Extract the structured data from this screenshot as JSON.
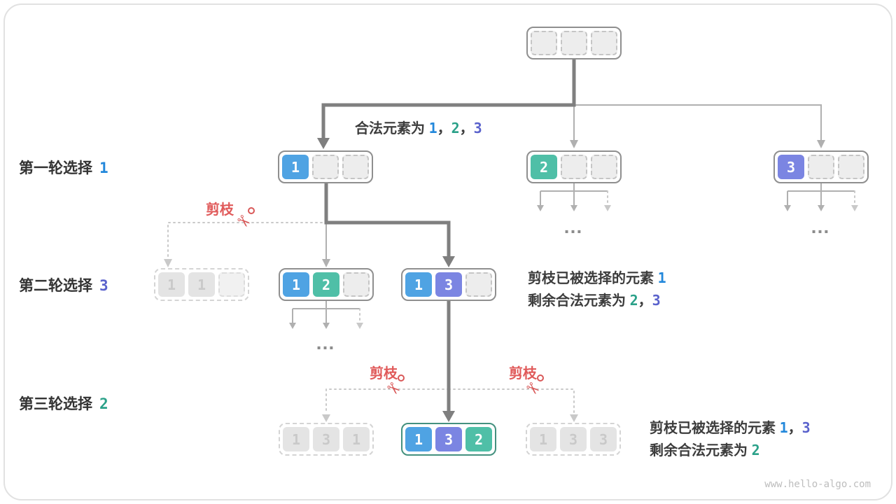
{
  "watermark": "www.hello-algo.com",
  "ellipsis": "…",
  "prune_label": "剪枝",
  "icons": {
    "scissors": "✂"
  },
  "colors": {
    "blue": "#4fa3e3",
    "teal": "#4fbfa7",
    "purple": "#7b85e2",
    "red": "#e05a5a"
  },
  "rounds": [
    {
      "label": "第一轮选择",
      "value": "1",
      "color": "blue"
    },
    {
      "label": "第二轮选择",
      "value": "3",
      "color": "purple"
    },
    {
      "label": "第三轮选择",
      "value": "2",
      "color": "teal"
    }
  ],
  "texts": {
    "valid_elements": [
      {
        "t": "合法元素为  ",
        "c": "dark"
      },
      {
        "t": "1",
        "c": "blue"
      },
      {
        "t": "，",
        "c": "dark"
      },
      {
        "t": "2",
        "c": "teal"
      },
      {
        "t": "，",
        "c": "dark"
      },
      {
        "t": "3",
        "c": "purple"
      }
    ],
    "prune1_line1": [
      {
        "t": "剪枝已被选择的元素  ",
        "c": "dark"
      },
      {
        "t": "1",
        "c": "blue"
      }
    ],
    "prune1_line2": [
      {
        "t": "剩余合法元素为  ",
        "c": "dark"
      },
      {
        "t": "2",
        "c": "teal"
      },
      {
        "t": "，",
        "c": "dark"
      },
      {
        "t": "3",
        "c": "purple"
      }
    ],
    "prune2_line1": [
      {
        "t": "剪枝已被选择的元素  ",
        "c": "dark"
      },
      {
        "t": "1",
        "c": "blue"
      },
      {
        "t": "，",
        "c": "dark"
      },
      {
        "t": "3",
        "c": "purple"
      }
    ],
    "prune2_line2": [
      {
        "t": "剩余合法元素为  ",
        "c": "dark"
      },
      {
        "t": "2",
        "c": "teal"
      }
    ]
  },
  "nodes": {
    "root": {
      "slots": [
        {
          "v": "",
          "c": "empty"
        },
        {
          "v": "",
          "c": "empty"
        },
        {
          "v": "",
          "c": "empty"
        }
      ]
    },
    "n1": {
      "slots": [
        {
          "v": "1",
          "c": "blue"
        },
        {
          "v": "",
          "c": "empty"
        },
        {
          "v": "",
          "c": "empty"
        }
      ]
    },
    "n2": {
      "slots": [
        {
          "v": "2",
          "c": "teal"
        },
        {
          "v": "",
          "c": "empty"
        },
        {
          "v": "",
          "c": "empty"
        }
      ]
    },
    "n3": {
      "slots": [
        {
          "v": "3",
          "c": "purple"
        },
        {
          "v": "",
          "c": "empty"
        },
        {
          "v": "",
          "c": "empty"
        }
      ]
    },
    "n11": {
      "slots": [
        {
          "v": "1",
          "c": "gray"
        },
        {
          "v": "1",
          "c": "gray"
        },
        {
          "v": "",
          "c": "gray-empty"
        }
      ]
    },
    "n12": {
      "slots": [
        {
          "v": "1",
          "c": "blue"
        },
        {
          "v": "2",
          "c": "teal"
        },
        {
          "v": "",
          "c": "empty"
        }
      ]
    },
    "n13": {
      "slots": [
        {
          "v": "1",
          "c": "blue"
        },
        {
          "v": "3",
          "c": "purple"
        },
        {
          "v": "",
          "c": "empty"
        }
      ]
    },
    "n131": {
      "slots": [
        {
          "v": "1",
          "c": "gray"
        },
        {
          "v": "3",
          "c": "gray"
        },
        {
          "v": "1",
          "c": "gray"
        }
      ]
    },
    "n132": {
      "slots": [
        {
          "v": "1",
          "c": "blue"
        },
        {
          "v": "3",
          "c": "purple"
        },
        {
          "v": "2",
          "c": "teal"
        }
      ]
    },
    "n133": {
      "slots": [
        {
          "v": "1",
          "c": "gray"
        },
        {
          "v": "3",
          "c": "gray"
        },
        {
          "v": "3",
          "c": "gray"
        }
      ]
    }
  }
}
